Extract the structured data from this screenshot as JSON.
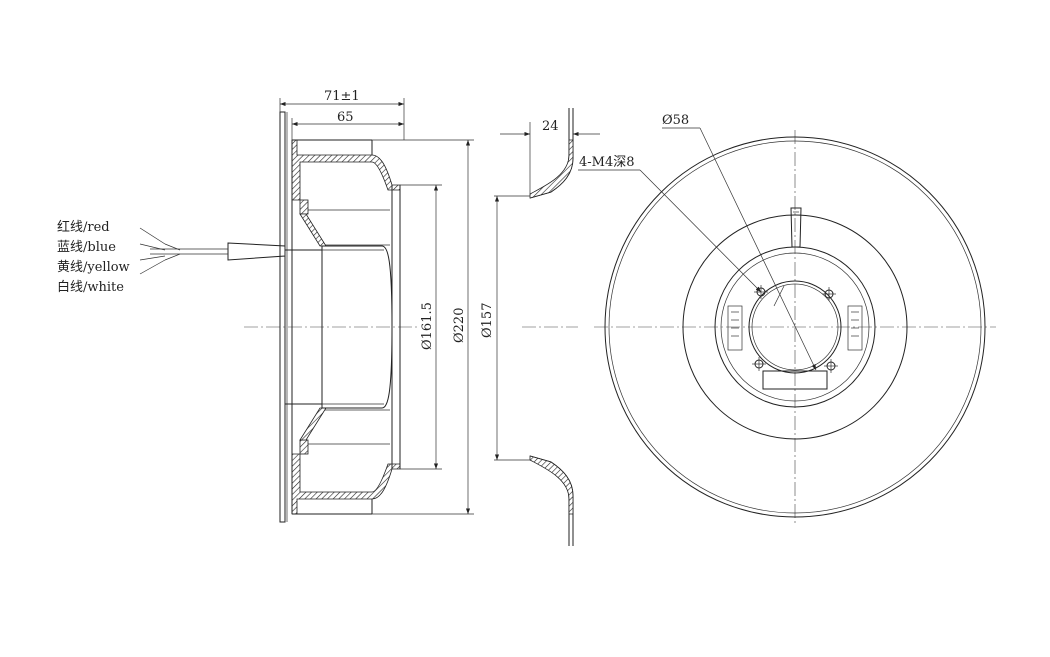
{
  "wires": [
    {
      "label": "红线/red",
      "color": "#d32f2f"
    },
    {
      "label": "蓝线/blue",
      "color": "#1565c0"
    },
    {
      "label": "黄线/yellow",
      "color": "#f9a825"
    },
    {
      "label": "白线/white",
      "color": "#ffffff"
    }
  ],
  "dimensions": {
    "overall_length": "71±1",
    "body_length": "65",
    "flange_depth": "24",
    "inlet_diameter": "Ø161.5",
    "outer_diameter": "Ø220",
    "ring_diameter": "Ø157",
    "hub_diameter": "Ø58",
    "mount_holes": "4-M4深8"
  }
}
